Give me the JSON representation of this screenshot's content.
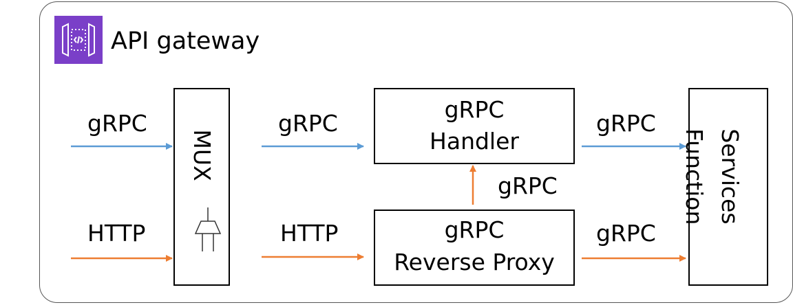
{
  "gateway": {
    "title": "API gateway",
    "icon": "api-gateway-icon",
    "brand_color": "#7a3fc8"
  },
  "colors": {
    "grpc_arrow": "#5b9bd5",
    "http_arrow": "#ed7d31"
  },
  "labels": {
    "in_grpc": "gRPC",
    "in_http": "HTTP",
    "mux_grpc_out": "gRPC",
    "mux_http_out": "HTTP",
    "proxy_to_handler": "gRPC",
    "handler_to_services": "gRPC",
    "proxy_to_services": "gRPC"
  },
  "boxes": {
    "mux": {
      "label": "MUX",
      "icon": "multiplexer-icon"
    },
    "handler": {
      "line1": "gRPC",
      "line2": "Handler"
    },
    "proxy": {
      "line1": "gRPC",
      "line2": "Reverse Proxy"
    },
    "services": {
      "line1": "Function",
      "line2": "Services"
    }
  }
}
